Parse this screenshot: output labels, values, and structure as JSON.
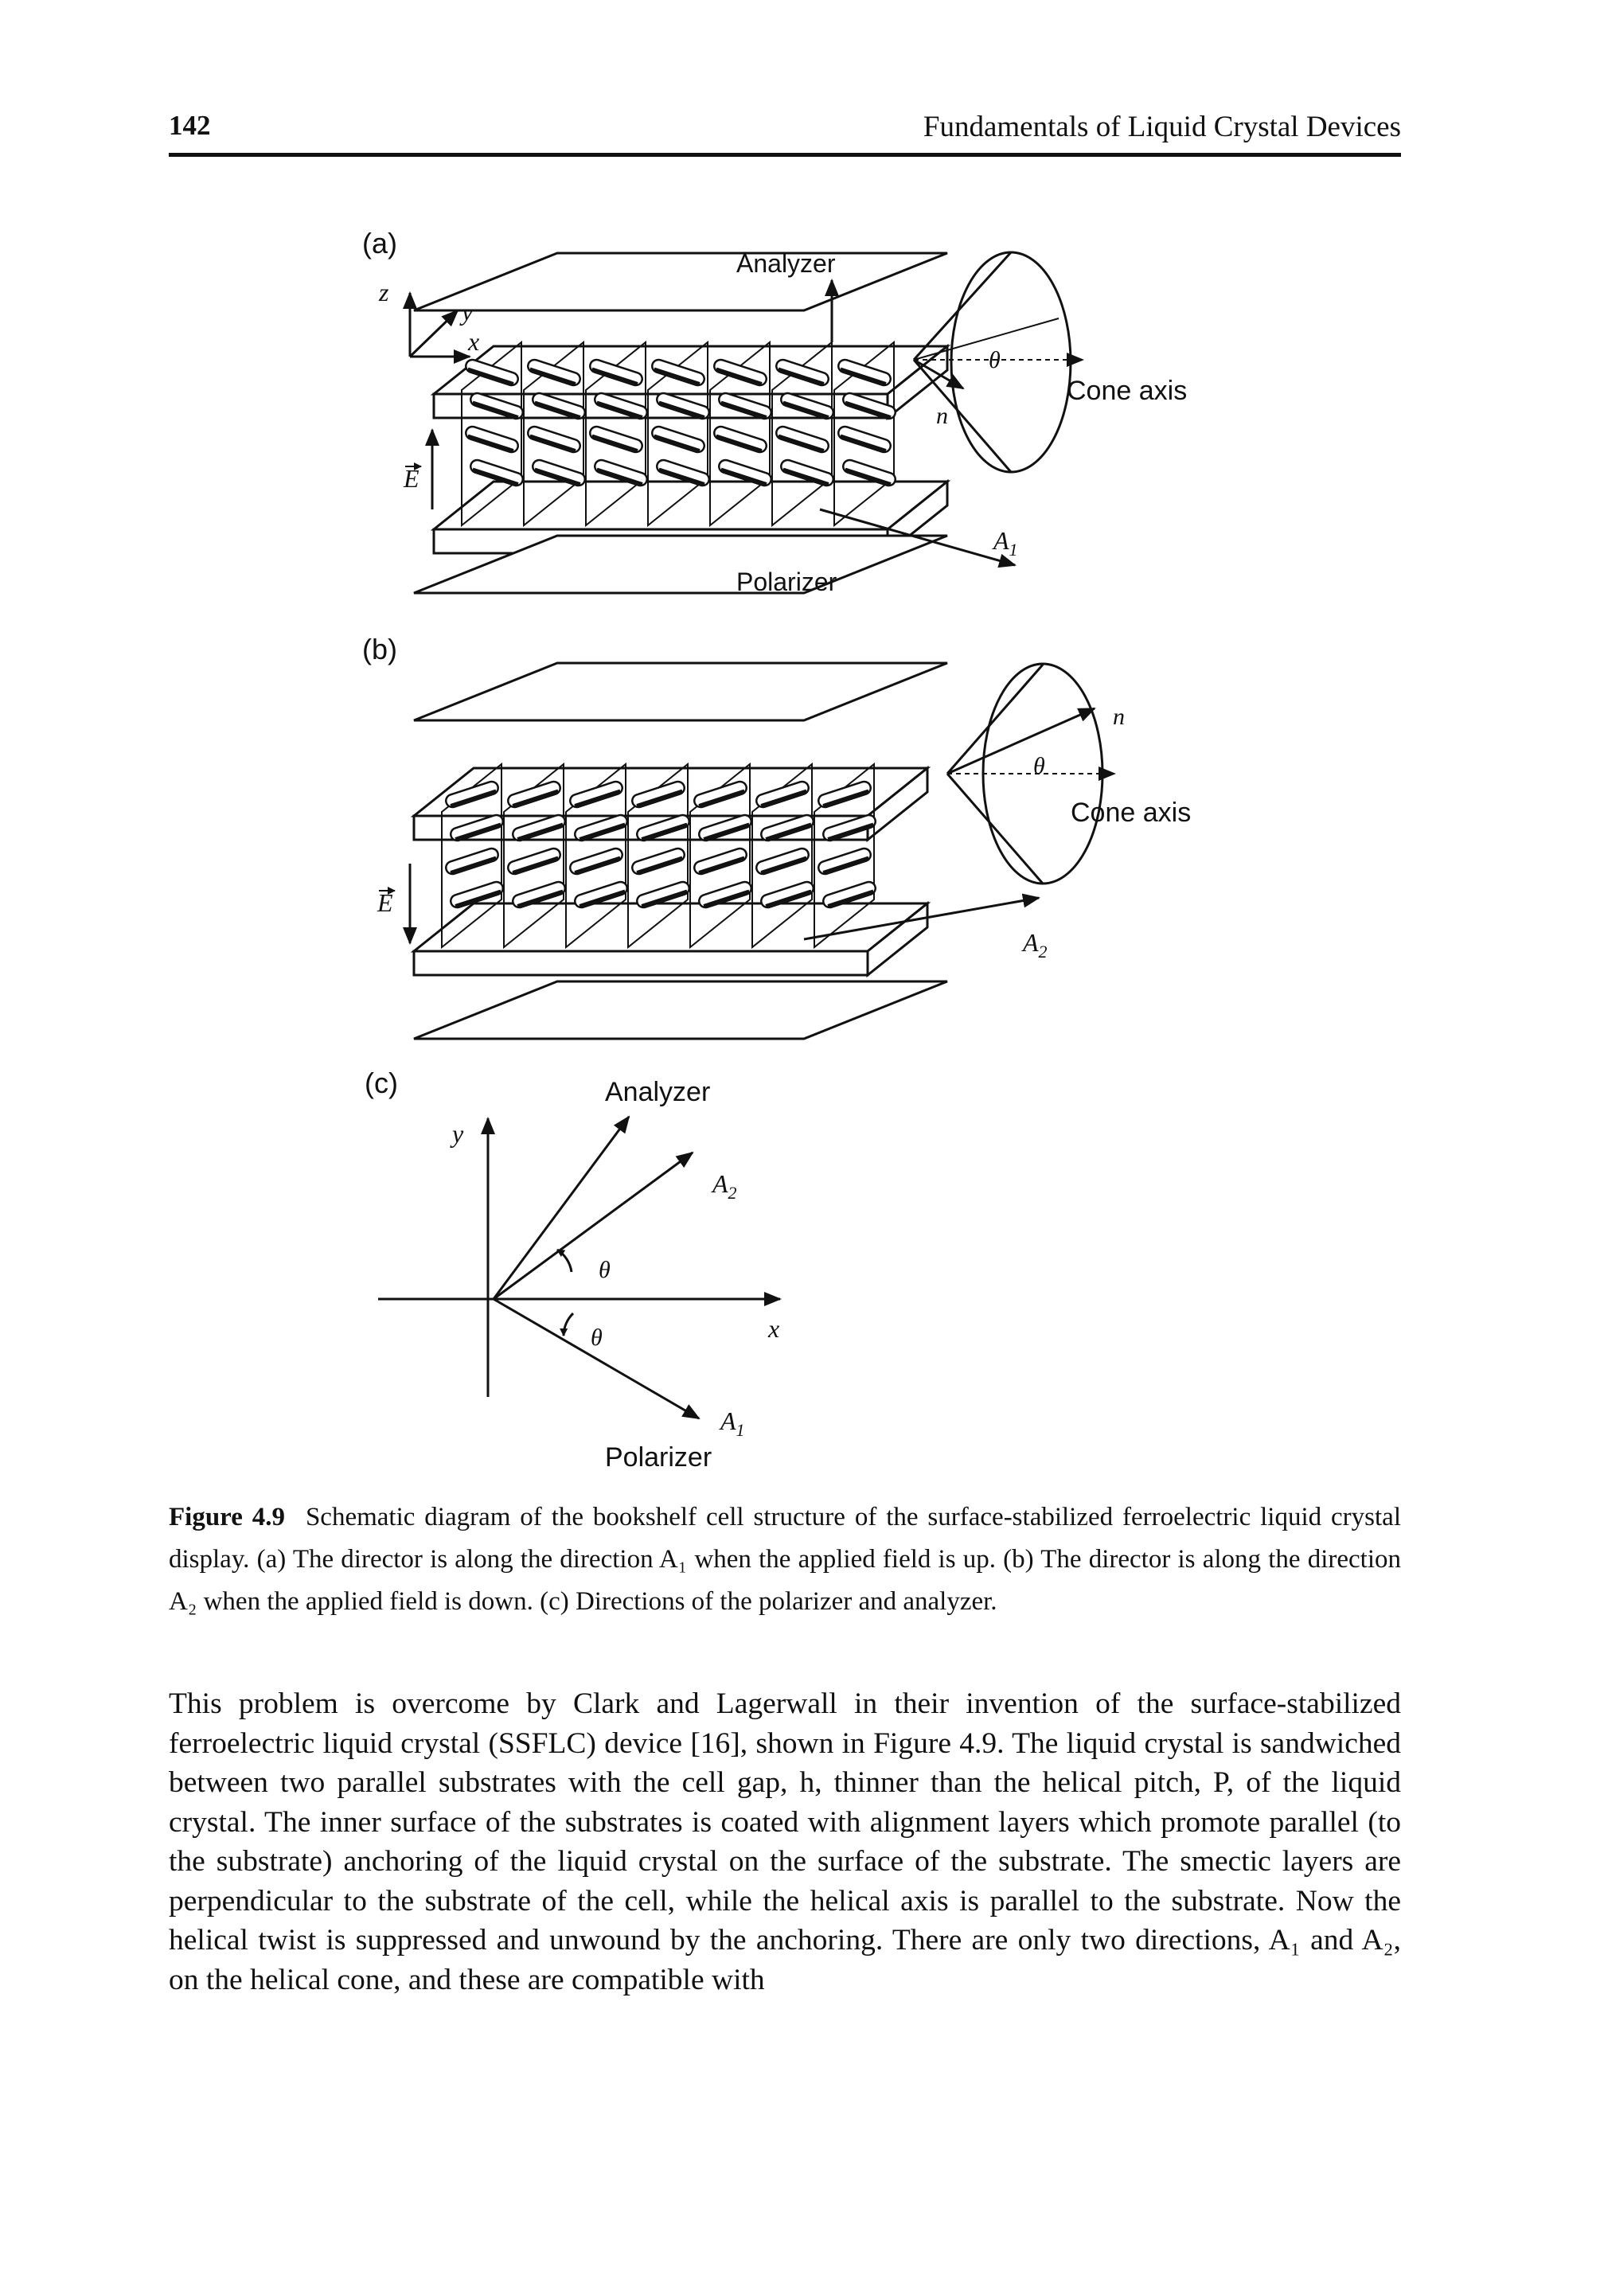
{
  "header": {
    "page_number": "142",
    "running_title": "Fundamentals of Liquid Crystal Devices"
  },
  "figure": {
    "panel_a": {
      "tag": "(a)",
      "analyzer": "Analyzer",
      "polarizer": "Polarizer",
      "cone_axis": "Cone axis",
      "field": "E",
      "director": "n",
      "angle": "θ",
      "direction": "A",
      "direction_sub": "1",
      "axis_z": "z",
      "axis_y": "y",
      "axis_x": "x"
    },
    "panel_b": {
      "tag": "(b)",
      "cone_axis": "Cone axis",
      "field": "E",
      "director": "n",
      "angle": "θ",
      "direction": "A",
      "direction_sub": "2"
    },
    "panel_c": {
      "tag": "(c)",
      "analyzer": "Analyzer",
      "polarizer": "Polarizer",
      "axis_y": "y",
      "axis_x": "x",
      "angle_upper": "θ",
      "angle_lower": "θ",
      "vec_a2": "A",
      "vec_a2_sub": "2",
      "vec_a1": "A",
      "vec_a1_sub": "1"
    }
  },
  "caption": {
    "label": "Figure 4.9",
    "text": "Schematic diagram of the bookshelf cell structure of the surface-stabilized ferroelectric liquid crystal display. (a) The director is along the direction A₁ when the applied field is up. (b) The director is along the direction A₂ when the applied field is down. (c) Directions of the polarizer and analyzer."
  },
  "body": {
    "paragraph": "This problem is overcome by Clark and Lagerwall in their invention of the surface-stabilized ferroelectric liquid crystal (SSFLC) device [16], shown in Figure 4.9. The liquid crystal is sandwiched between two parallel substrates with the cell gap, h, thinner than the helical pitch, P, of the liquid crystal. The inner surface of the substrates is coated with alignment layers which promote parallel (to the substrate) anchoring of the liquid crystal on the surface of the substrate. The smectic layers are perpendicular to the substrate of the cell, while the helical axis is parallel to the substrate. Now the helical twist is suppressed and unwound by the anchoring. There are only two directions, A₁ and A₂, on the helical cone, and these are compatible with"
  }
}
